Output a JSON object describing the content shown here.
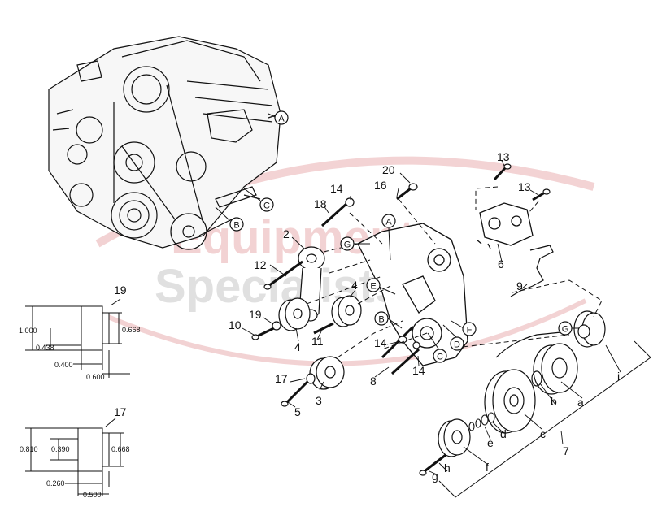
{
  "watermark": {
    "line1": "Equipment",
    "line2": "Specialists",
    "color": "#c9363c"
  },
  "dimension_views": [
    {
      "part": "19",
      "dims": [
        "1.000",
        "0.438",
        "0.668",
        "0.400",
        "0.600"
      ]
    },
    {
      "part": "17",
      "dims": [
        "0.810",
        "0.390",
        "0.668",
        "0.260",
        "0.500"
      ]
    }
  ],
  "item_numbers": [
    "2",
    "3",
    "4",
    "4",
    "5",
    "6",
    "7",
    "8",
    "9",
    "10",
    "11",
    "12",
    "13",
    "13",
    "14",
    "14",
    "14",
    "16",
    "17",
    "18",
    "19",
    "20"
  ],
  "sub_letters": [
    "a",
    "b",
    "c",
    "d",
    "e",
    "f",
    "g",
    "h",
    "i"
  ],
  "circle_callouts": {
    "engine": [
      "A",
      "B",
      "C"
    ],
    "bracket": [
      "A",
      "B",
      "C",
      "D",
      "E",
      "F",
      "G",
      "G"
    ]
  }
}
